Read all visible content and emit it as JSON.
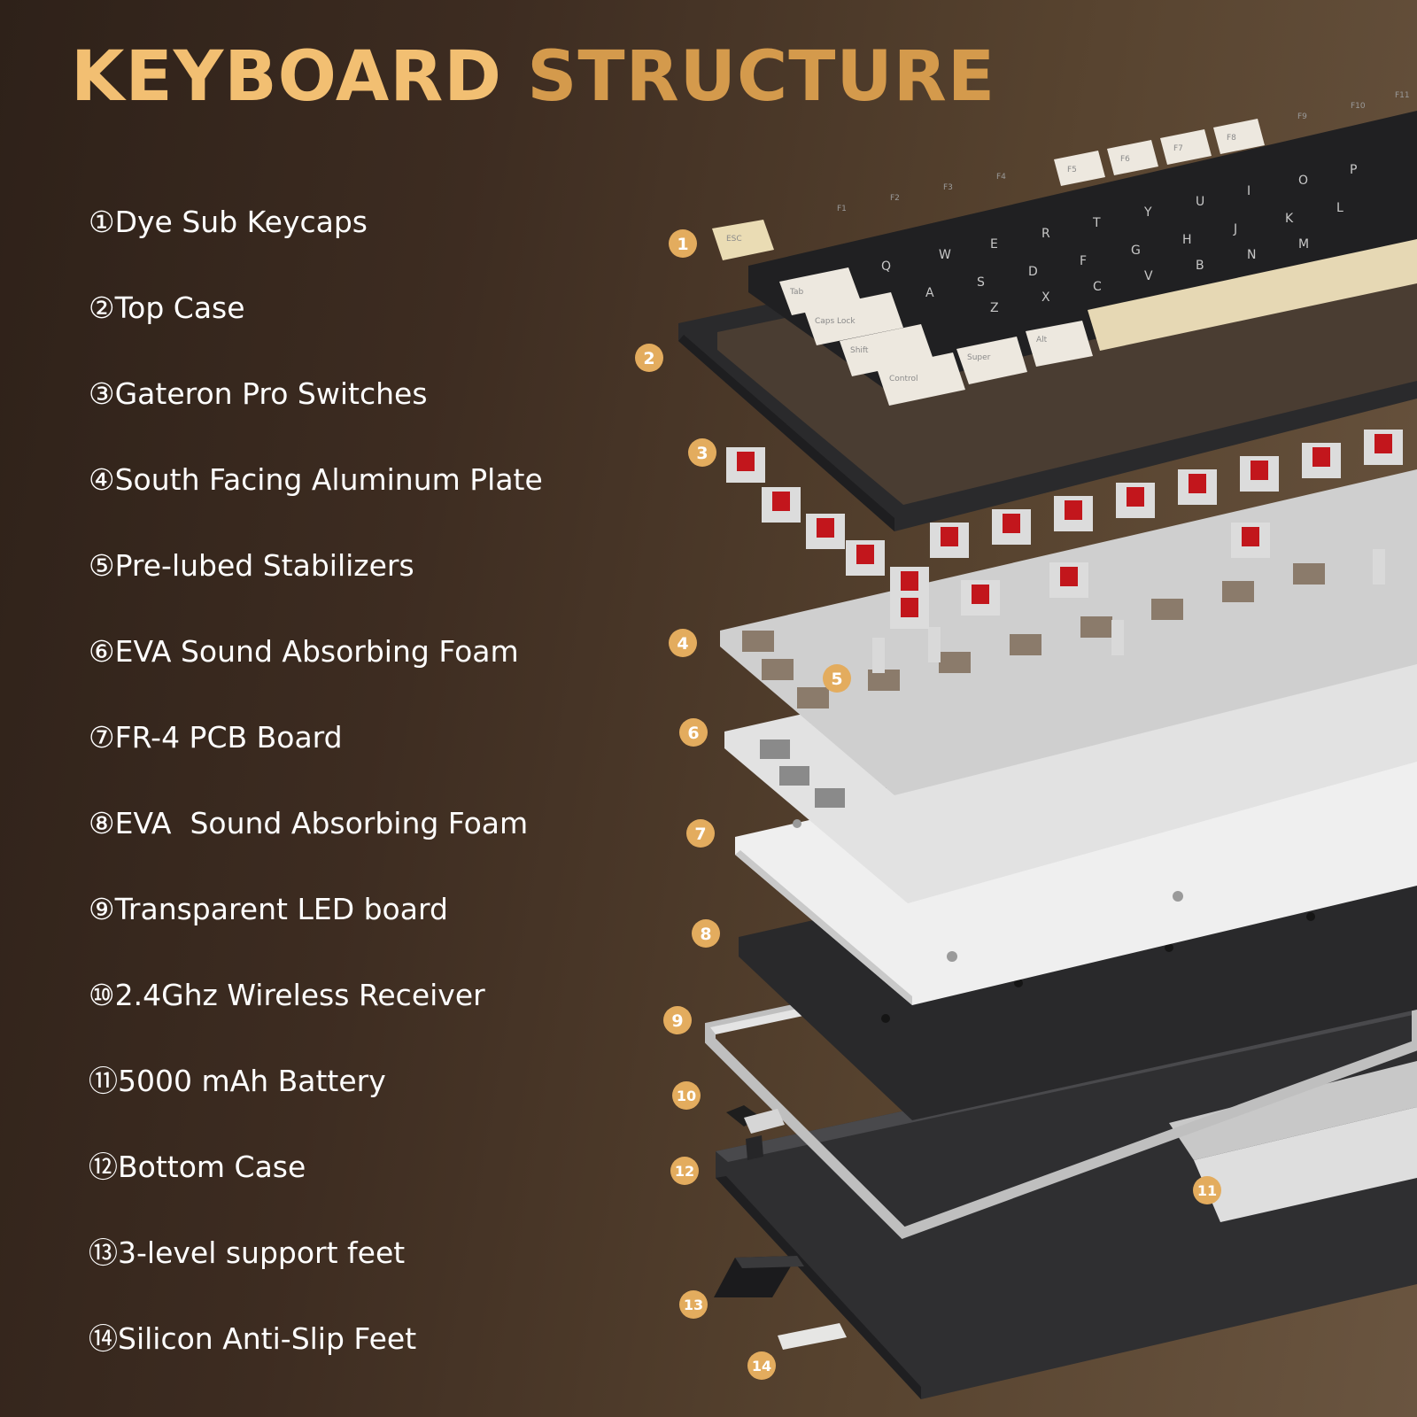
{
  "title": {
    "part1": "KEYBOARD",
    "part2": "STRUCTURE"
  },
  "colors": {
    "title_light": "#f2bf72",
    "title_dark": "#d49a4c",
    "badge": "#e3ac5e",
    "background_dark": "#2e2119",
    "background_light": "#6a5540"
  },
  "components": [
    {
      "number": "①",
      "label": "Dye Sub Keycaps"
    },
    {
      "number": "②",
      "label": "Top Case"
    },
    {
      "number": "③",
      "label": "Gateron Pro Switches"
    },
    {
      "number": "④",
      "label": "South Facing Aluminum Plate"
    },
    {
      "number": "⑤",
      "label": "Pre-lubed Stabilizers"
    },
    {
      "number": "⑥",
      "label": "EVA Sound Absorbing Foam"
    },
    {
      "number": "⑦",
      "label": "FR-4 PCB Board"
    },
    {
      "number": "⑧",
      "label": "EVA  Sound Absorbing Foam"
    },
    {
      "number": "⑨",
      "label": "Transparent LED board"
    },
    {
      "number": "⑩",
      "label": "2.4Ghz Wireless Receiver"
    },
    {
      "number": "⑪",
      "label": "5000 mAh Battery"
    },
    {
      "number": "⑫",
      "label": "Bottom Case"
    },
    {
      "number": "⑬",
      "label": "3-level support feet"
    },
    {
      "number": "⑭",
      "label": "Silicon Anti-Slip Feet"
    }
  ],
  "badges": [
    "1",
    "2",
    "3",
    "4",
    "5",
    "6",
    "7",
    "8",
    "9",
    "10",
    "11",
    "12",
    "13",
    "14"
  ],
  "keycap_legends": {
    "esc": "ESC",
    "tab": "Tab",
    "caps": "Caps Lock",
    "shift": "Shift",
    "control": "Control",
    "super": "Super",
    "alt": "Alt",
    "f_row_dark": [
      "F1",
      "F2",
      "F3",
      "F4"
    ],
    "f_row_light": [
      "F5",
      "F6",
      "F7",
      "F8"
    ],
    "f_row_right": [
      "F9",
      "F10",
      "F11"
    ],
    "letters": [
      "Q",
      "W",
      "E",
      "R",
      "T",
      "Y",
      "U",
      "I",
      "O",
      "P",
      "A",
      "S",
      "D",
      "F",
      "G",
      "H",
      "J",
      "K",
      "L",
      "Z",
      "X",
      "C",
      "V",
      "B",
      "N",
      "M"
    ]
  }
}
